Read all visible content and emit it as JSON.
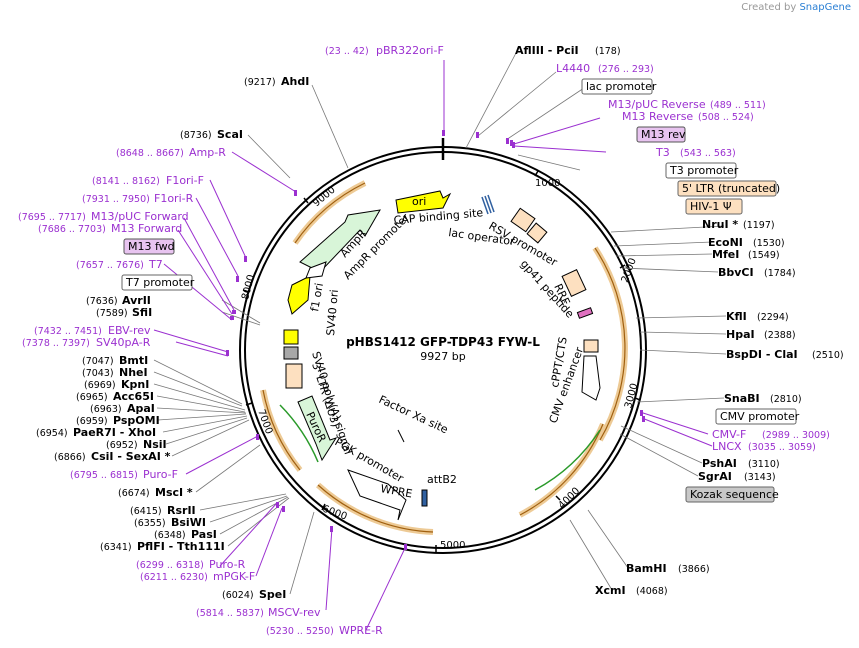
{
  "brand": {
    "prefix": "Created by",
    "name": "SnapGene"
  },
  "plasmid": {
    "name": "pHBS1412 GFP-TDP43 FYW-L",
    "length": "9927 bp"
  },
  "ticks": [
    {
      "label": "1000"
    },
    {
      "label": "2000"
    },
    {
      "label": "3000"
    },
    {
      "label": "4000"
    },
    {
      "label": "5000"
    },
    {
      "label": "6000"
    },
    {
      "label": "7000"
    },
    {
      "label": "8000"
    },
    {
      "label": "9000"
    }
  ],
  "sites": {
    "top_left": [
      {
        "name": "AhdI",
        "pos": "(9217)"
      },
      {
        "name": "ScaI",
        "pos": "(8736)"
      }
    ],
    "right": [
      {
        "name": "AflIII  - PciI",
        "pos": "(178)"
      },
      {
        "name": "NruI *",
        "pos": "(1197)"
      },
      {
        "name": "EcoNI",
        "pos": "(1530)"
      },
      {
        "name": "MfeI",
        "pos": "(1549)"
      },
      {
        "name": "BbvCI",
        "pos": "(1784)"
      },
      {
        "name": "KflI",
        "pos": "(2294)"
      },
      {
        "name": "HpaI",
        "pos": "(2388)"
      },
      {
        "name": "BspDI  - ClaI",
        "pos": "(2510)"
      },
      {
        "name": "SnaBI",
        "pos": "(2810)"
      },
      {
        "name": "PshAI",
        "pos": "(3110)"
      },
      {
        "name": "SgrAI",
        "pos": "(3143)"
      },
      {
        "name": "BamHI",
        "pos": "(3866)"
      },
      {
        "name": "XcmI",
        "pos": "(4068)"
      }
    ],
    "left": [
      {
        "name": "AvrII",
        "pos": "(7636)"
      },
      {
        "name": "SfiI",
        "pos": "(7589)"
      },
      {
        "name": "BmtI",
        "pos": "(7047)"
      },
      {
        "name": "NheI",
        "pos": "(7043)"
      },
      {
        "name": "KpnI",
        "pos": "(6969)"
      },
      {
        "name": "Acc65I",
        "pos": "(6965)"
      },
      {
        "name": "ApaI",
        "pos": "(6963)"
      },
      {
        "name": "PspOMI",
        "pos": "(6959)"
      },
      {
        "name": "PaeR7I  - XhoI",
        "pos": "(6954)"
      },
      {
        "name": "NsiI",
        "pos": "(6952)"
      },
      {
        "name": "CsiI  - SexAI *",
        "pos": "(6866)"
      },
      {
        "name": "MscI *",
        "pos": "(6674)"
      },
      {
        "name": "RsrII",
        "pos": "(6415)"
      },
      {
        "name": "BsiWI",
        "pos": "(6355)"
      },
      {
        "name": "PasI",
        "pos": "(6348)"
      },
      {
        "name": "PflFI  - Tth111I",
        "pos": "(6341)"
      },
      {
        "name": "SpeI",
        "pos": "(6024)"
      }
    ]
  },
  "primers": {
    "top": [
      {
        "name": "pBR322ori-F",
        "pos": "(23 .. 42)"
      },
      {
        "name": "L4440",
        "pos": "(276 .. 293)"
      },
      {
        "name": "M13/pUC Reverse",
        "pos": "(489 .. 511)"
      },
      {
        "name": "M13 Reverse",
        "pos": "(508 .. 524)"
      },
      {
        "name": "T3",
        "pos": "(543 .. 563)"
      }
    ],
    "left": [
      {
        "name": "Amp-R",
        "pos": "(8648 .. 8667)"
      },
      {
        "name": "F1ori-F",
        "pos": "(8141 .. 8162)"
      },
      {
        "name": "F1ori-R",
        "pos": "(7931 .. 7950)"
      },
      {
        "name": "M13/pUC Forward",
        "pos": "(7695 .. 7717)"
      },
      {
        "name": "M13 Forward",
        "pos": "(7686 .. 7703)"
      },
      {
        "name": "T7",
        "pos": "(7657 .. 7676)"
      },
      {
        "name": "EBV-rev",
        "pos": "(7432 .. 7451)"
      },
      {
        "name": "SV40pA-R",
        "pos": "(7378 .. 7397)"
      },
      {
        "name": "Puro-F",
        "pos": "(6795 .. 6815)"
      },
      {
        "name": "Puro-R",
        "pos": "(6299 .. 6318)"
      },
      {
        "name": "mPGK-F",
        "pos": "(6211 .. 6230)"
      },
      {
        "name": "MSCV-rev",
        "pos": "(5814 .. 5837)"
      },
      {
        "name": "WPRE-R",
        "pos": "(5230 .. 5250)"
      }
    ],
    "right": [
      {
        "name": "CMV-F",
        "pos": "(2989 .. 3009)"
      },
      {
        "name": "LNCX",
        "pos": "(3035 .. 3059)"
      }
    ]
  },
  "boxed_labels": {
    "lac_promoter": "lac promoter",
    "m13_rev": "M13 rev",
    "t3_promoter": "T3 promoter",
    "ltr5": "5' LTR (truncated)",
    "hiv1": "HIV-1 Ψ",
    "cmv_promoter": "CMV promoter",
    "kozak": "Kozak sequence",
    "m13_fwd": "M13 fwd",
    "t7_promoter": "T7 promoter"
  },
  "inner_features": {
    "ori": "ori",
    "cap": "CAP binding site",
    "lac_operator": "lac operator",
    "rsv": "RSV promoter",
    "gp41": "gp41 peptide",
    "rre": "RRE",
    "cppt": "cPPT/CTS",
    "cmv_enh": "CMV enhancer",
    "ampr": "AmpR",
    "ampr_prom": "AmpR promoter",
    "f1": "f1 ori",
    "sv40": "SV40 ori",
    "sv40pa": "SV40 poly(A) signal",
    "ltr3": "3' LTR (ΔU3)",
    "puror": "PuroR",
    "pgk": "PGK promoter",
    "factorxa": "Factor Xa site",
    "wpre": "WPRE",
    "attb2": "attB2"
  },
  "colors": {
    "purple": "#9b30d0",
    "ori_yellow": "#ffff00",
    "amp_green": "#d8f5d8",
    "orange_arc": "#e0a040",
    "peach": "#fde0c0",
    "gray_box": "#c8c8c8"
  }
}
